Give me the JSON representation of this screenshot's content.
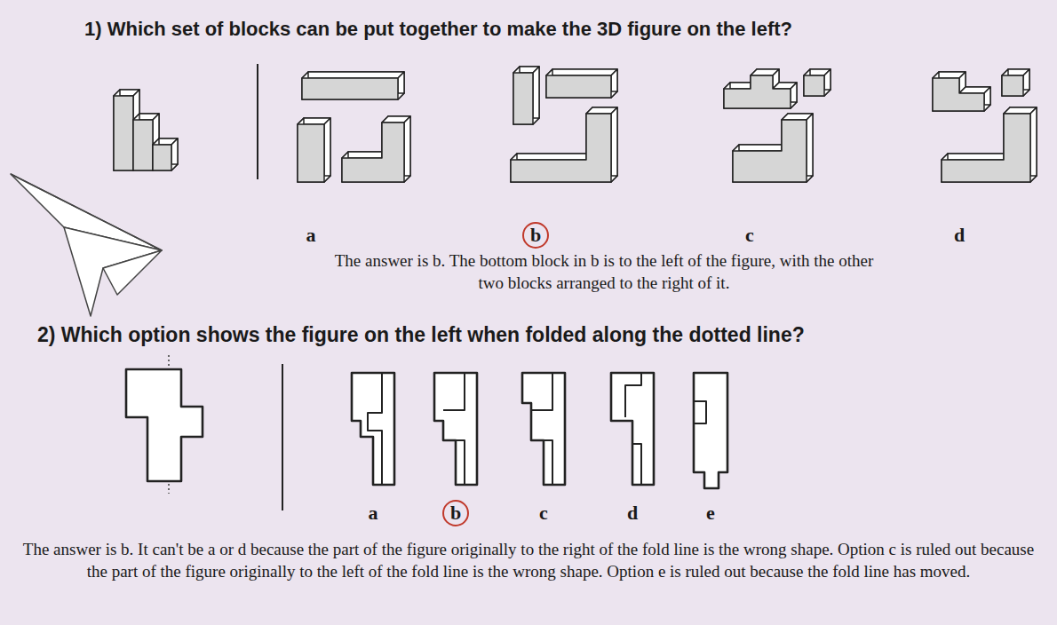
{
  "diagram": {
    "labels": [
      "1) Which set of blocks can be put together to make the 3D figure on the left?",
      "a",
      "b",
      "c",
      "d",
      "The answer is b. The bottom block in b is to the left of the figure, with the other two blocks arranged to the right of it.",
      "2) Which option shows the figure on the left when folded along the dotted line?",
      "a",
      "b",
      "c",
      "d",
      "e",
      "The answer is b. It can't be a or d because the part of the figure originally to the right of the fold line is the wrong shape. Option c is ruled out because the part of the figure originally to the left of the fold line is the wrong shape. Option e is ruled out because the fold line has moved."
    ]
  }
}
